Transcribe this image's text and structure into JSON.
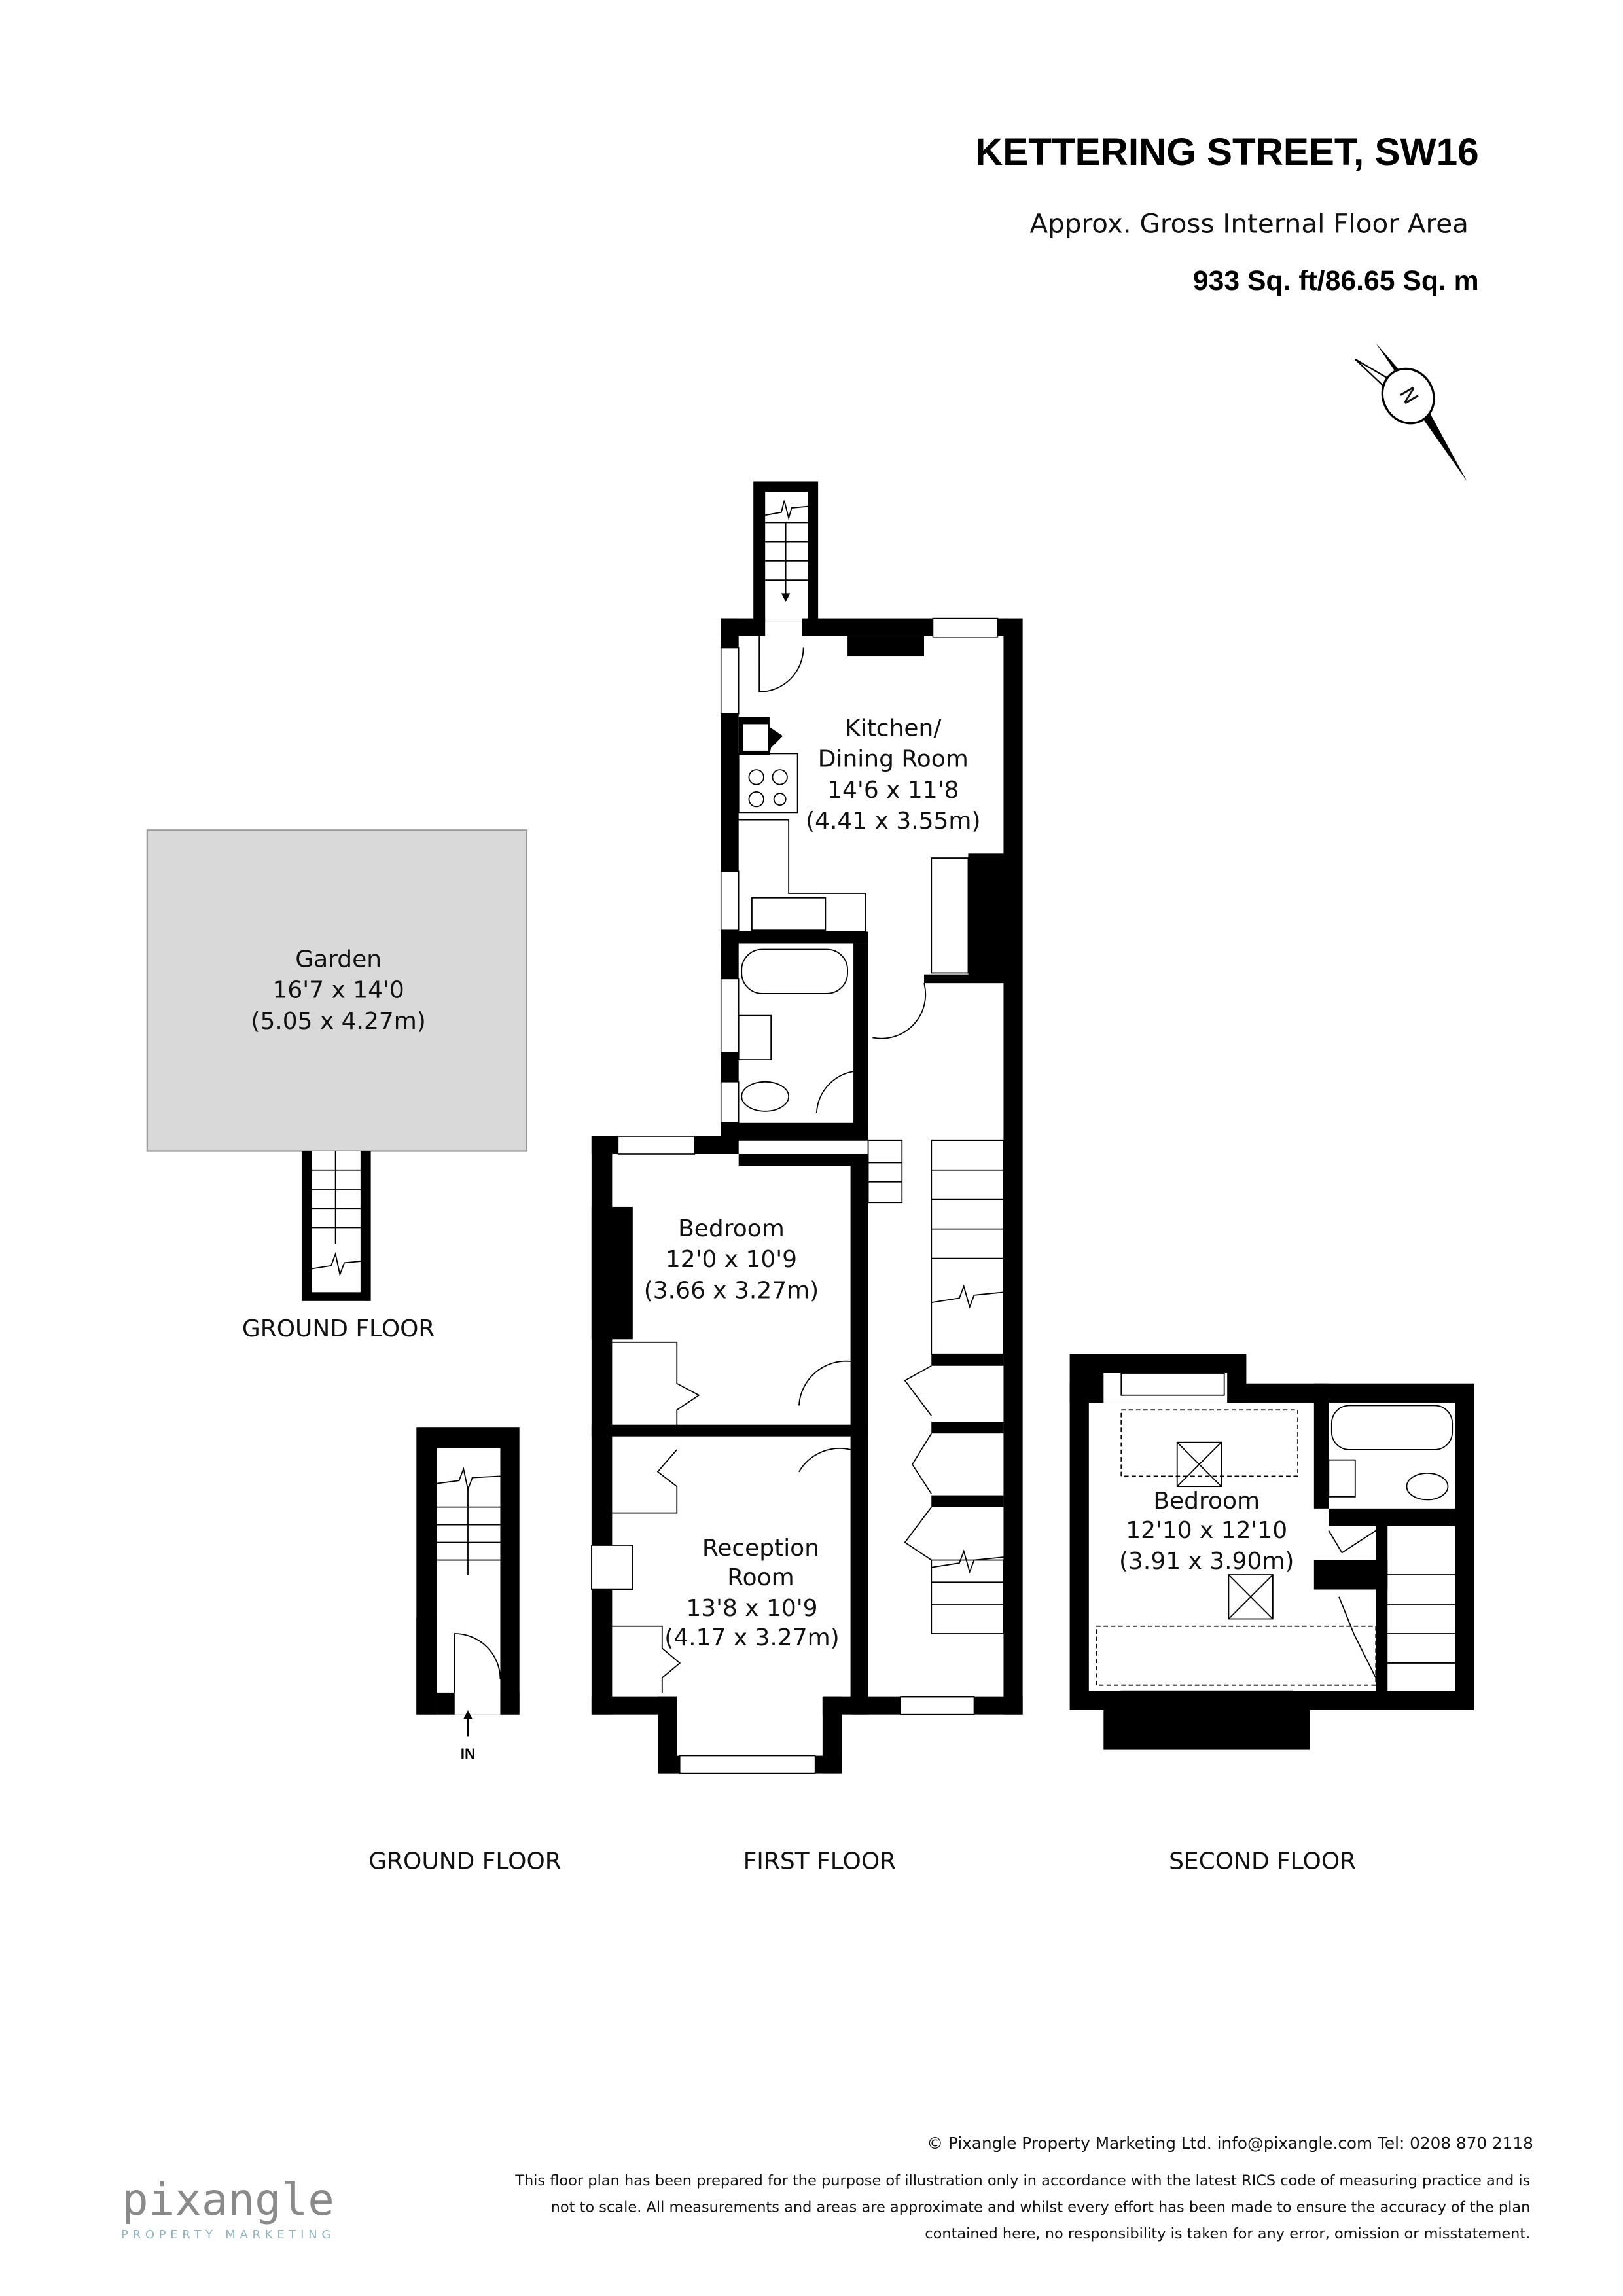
{
  "header": {
    "title": "KETTERING STREET, SW16",
    "subtitle": "Approx. Gross Internal Floor Area",
    "area": "933 Sq. ft/86.65 Sq. m",
    "compass_label": "N"
  },
  "rooms": {
    "garden": {
      "name": "Garden",
      "imperial": "16'7 x 14'0",
      "metric": "(5.05 x 4.27m)"
    },
    "kitchen": {
      "name_line1": "Kitchen/",
      "name_line2": "Dining Room",
      "imperial": "14'6 x 11'8",
      "metric": "(4.41 x 3.55m)"
    },
    "bedroom1": {
      "name": "Bedroom",
      "imperial": "12'0 x 10'9",
      "metric": "(3.66 x 3.27m)"
    },
    "reception": {
      "name_line1": "Reception",
      "name_line2": "Room",
      "imperial": "13'8 x 10'9",
      "metric": "(4.17 x 3.27m)"
    },
    "bedroom2": {
      "name": "Bedroom",
      "imperial": "12'10 x 12'10",
      "metric": "(3.91 x 3.90m)"
    }
  },
  "labels": {
    "garden_floor": "GROUND FLOOR",
    "entrance": "IN",
    "ground_floor": "GROUND FLOOR",
    "first_floor": "FIRST FLOOR",
    "second_floor": "SECOND FLOOR"
  },
  "colors": {
    "garden_fill": "#d9d9d9",
    "logo_gray": "#8a8a8a",
    "logo_accent": "#8fb3bd"
  },
  "footer": {
    "copyright": "© Pixangle Property Marketing Ltd. info@pixangle.com Tel: 0208 870 2118",
    "disclaimer_line1": "This floor plan has been prepared for the purpose of illustration only in accordance with the latest RICS code of measuring practice and is",
    "disclaimer_line2": "not to scale. All measurements and areas are approximate and whilst every effort has been made to ensure the accuracy of the plan",
    "disclaimer_line3": "contained here, no responsibility is taken for any error, omission or misstatement.",
    "logo_text": "pixangle",
    "logo_tagline": "PROPERTY MARKETING"
  }
}
